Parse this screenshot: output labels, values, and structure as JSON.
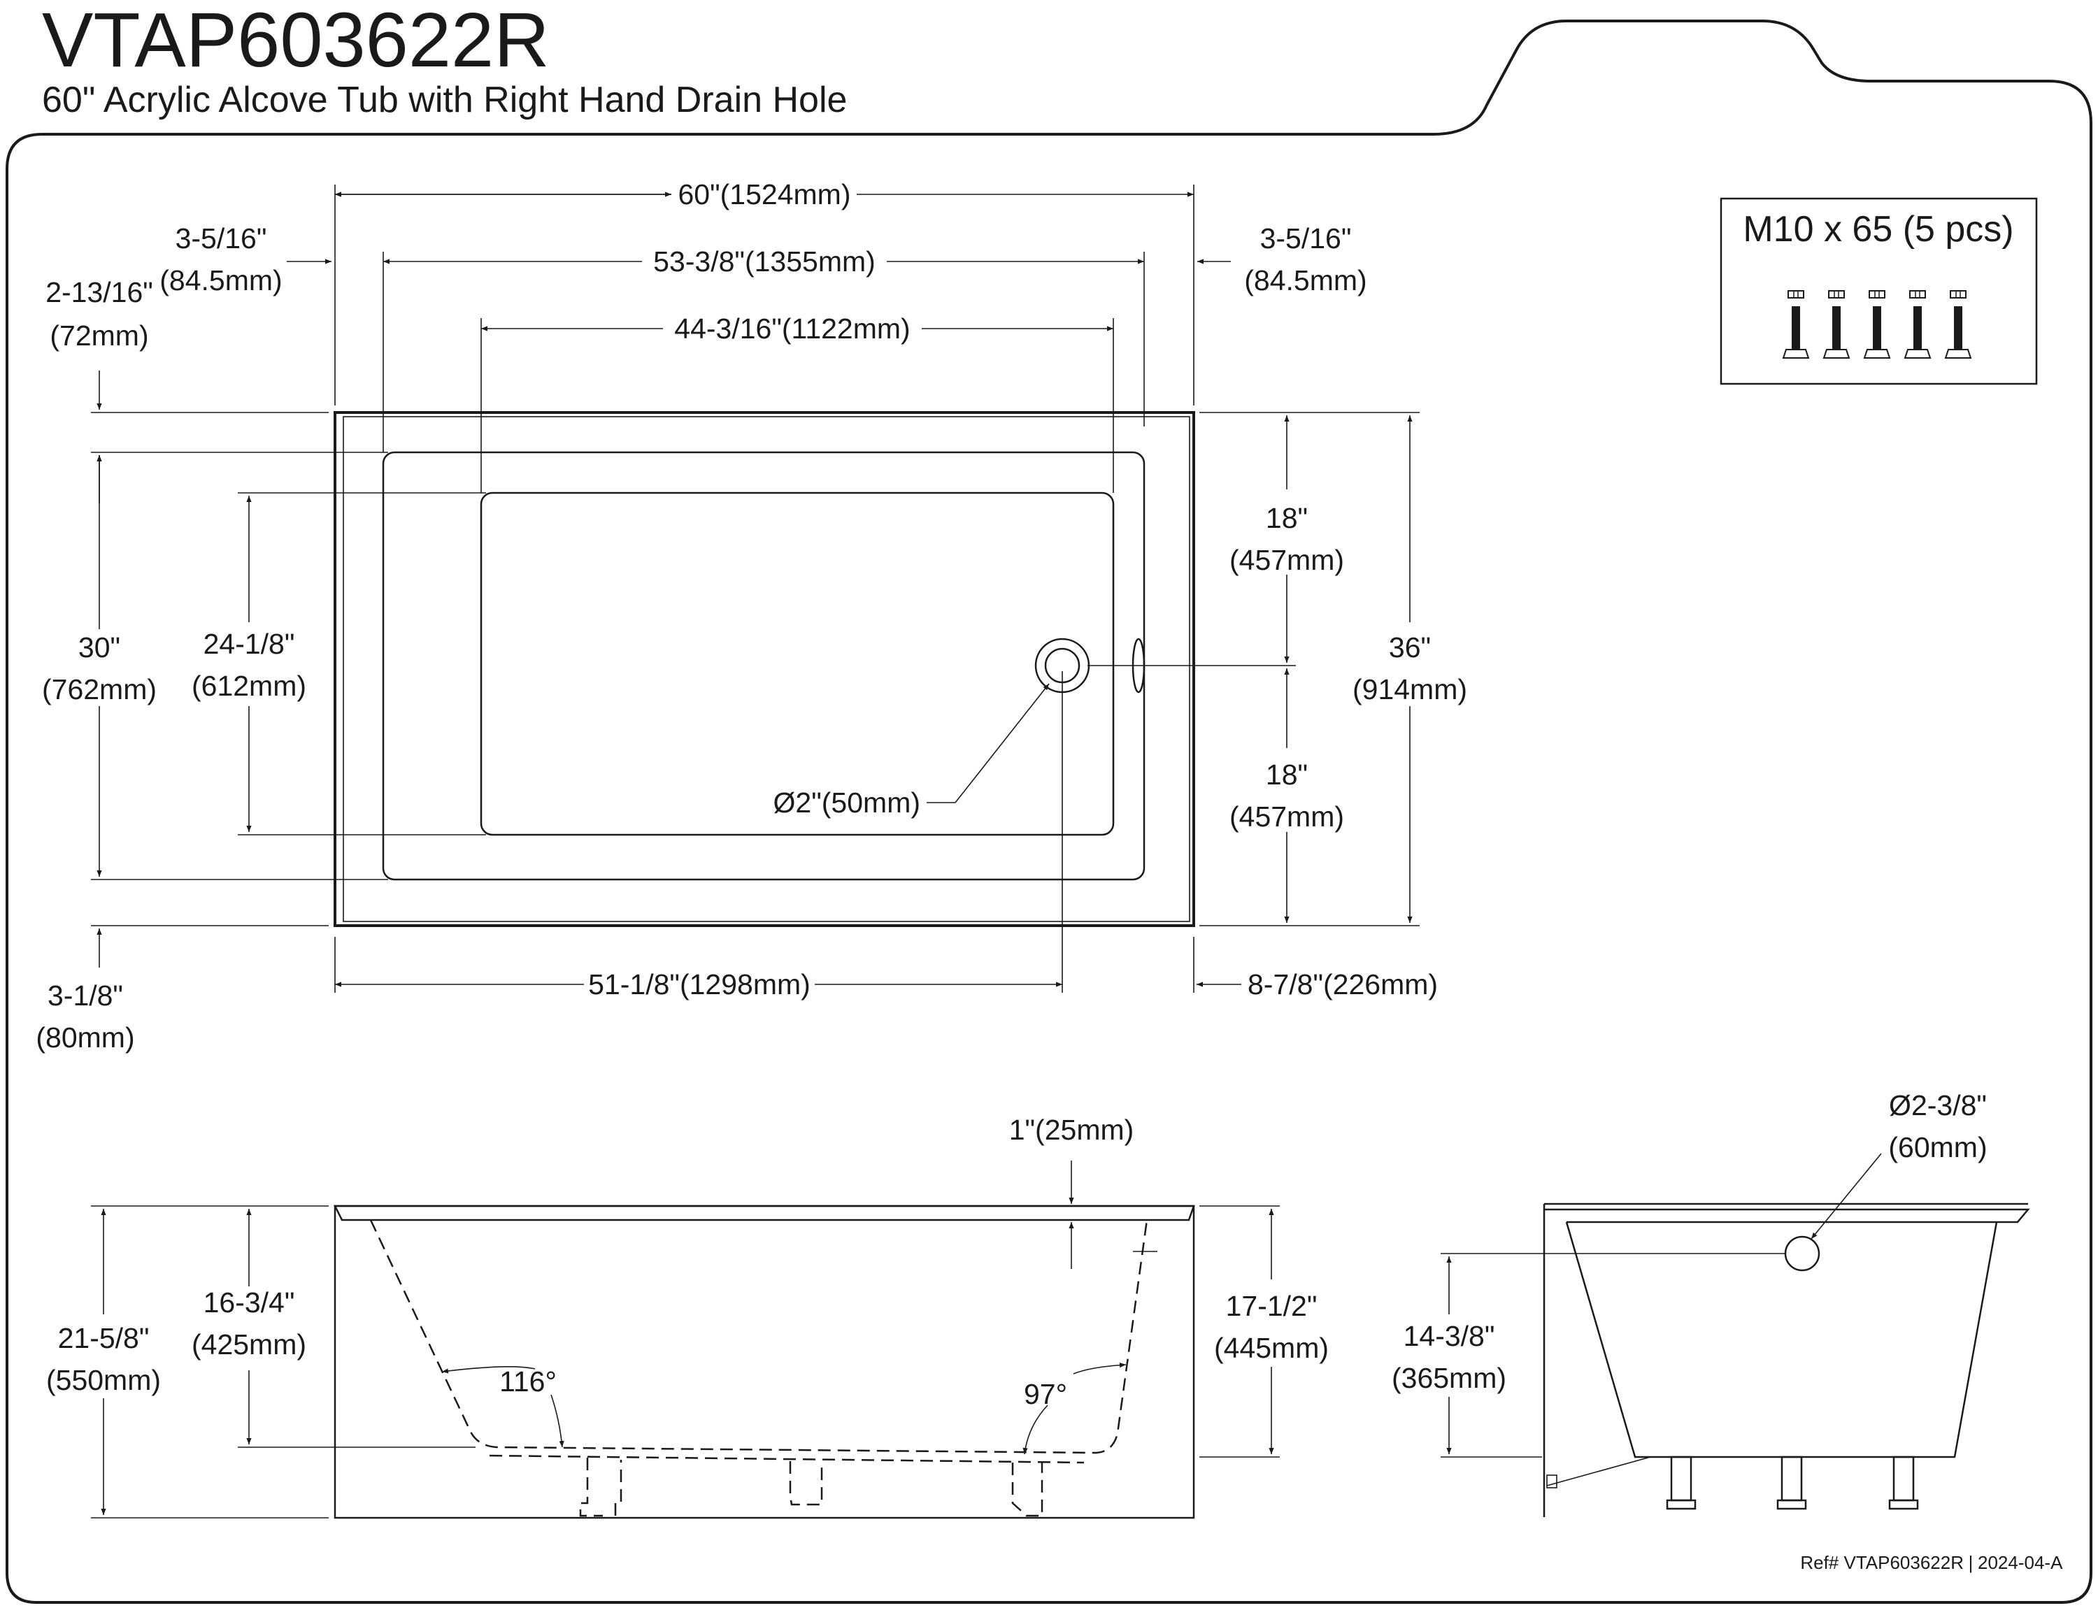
{
  "header": {
    "model": "VTAP603622R",
    "subtitle": "60\" Acrylic Alcove Tub with Right Hand Drain Hole"
  },
  "hardware": {
    "label": "M10 x 65 (5 pcs)",
    "bolt_count": 5,
    "bolt_icon": "bolt-icon"
  },
  "top_view": {
    "overall_length": "60\"(1524mm)",
    "inner_length": "53-3/8\"(1355mm)",
    "floor_length": "44-3/16\"(1122mm)",
    "left_rim": [
      "3-5/16\"",
      "(84.5mm)"
    ],
    "right_rim": [
      "3-5/16\"",
      "(84.5mm)"
    ],
    "back_rim": [
      "2-13/16\"",
      "(72mm)"
    ],
    "front_rim": [
      "3-1/8\"",
      "(80mm)"
    ],
    "inner_width": [
      "30\"",
      "(762mm)"
    ],
    "floor_width": [
      "24-1/8\"",
      "(612mm)"
    ],
    "half_width_top": [
      "18\"",
      "(457mm)"
    ],
    "half_width_bottom": [
      "18\"",
      "(457mm)"
    ],
    "overall_width": [
      "36\"",
      "(914mm)"
    ],
    "drain_dia": "Ø2\"(50mm)",
    "drain_to_left": "51-1/8\"(1298mm)",
    "drain_to_right": "8-7/8\"(226mm)"
  },
  "side_view": {
    "rim_thickness": "1\"(25mm)",
    "overall_height": [
      "21-5/8\"",
      "(550mm)"
    ],
    "inner_depth": [
      "16-3/4\"",
      "(425mm)"
    ],
    "skirt_height": [
      "17-1/2\"",
      "(445mm)"
    ],
    "left_angle": "116°",
    "right_angle": "97°"
  },
  "end_view": {
    "overflow_dia": [
      "Ø2-3/8\"",
      "(60mm)"
    ],
    "overflow_height": [
      "14-3/8\"",
      "(365mm)"
    ]
  },
  "footer": {
    "ref": "Ref# VTAP603622R",
    "separator": "|",
    "revision": "2024-04-A"
  },
  "colors": {
    "line": "#1a1a1a",
    "background": "#ffffff"
  }
}
